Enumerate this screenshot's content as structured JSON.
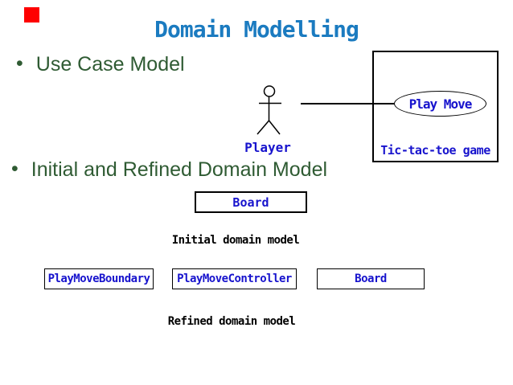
{
  "slide": {
    "title": "Domain Modelling",
    "bullet_char": "•",
    "bullets": [
      {
        "label": "Use Case Model"
      },
      {
        "label": "Initial and Refined Domain Model"
      }
    ]
  },
  "use_case_diagram": {
    "actor_label": "Player",
    "use_case_label": "Play Move",
    "system_label": "Tic-tac-toe game"
  },
  "domain_models": {
    "initial": {
      "box_label": "Board",
      "caption": "Initial domain model"
    },
    "refined": {
      "boxes": [
        "PlayMoveBoundary",
        "PlayMoveController",
        "Board"
      ],
      "caption": "Refined domain model"
    }
  },
  "colors": {
    "title_blue": "#1b7bc0",
    "bullet_green": "#2f5b33",
    "diagram_blue": "#1713cd",
    "marker_red": "#fe0000",
    "line_black": "#000000",
    "background": "#ffffff"
  }
}
